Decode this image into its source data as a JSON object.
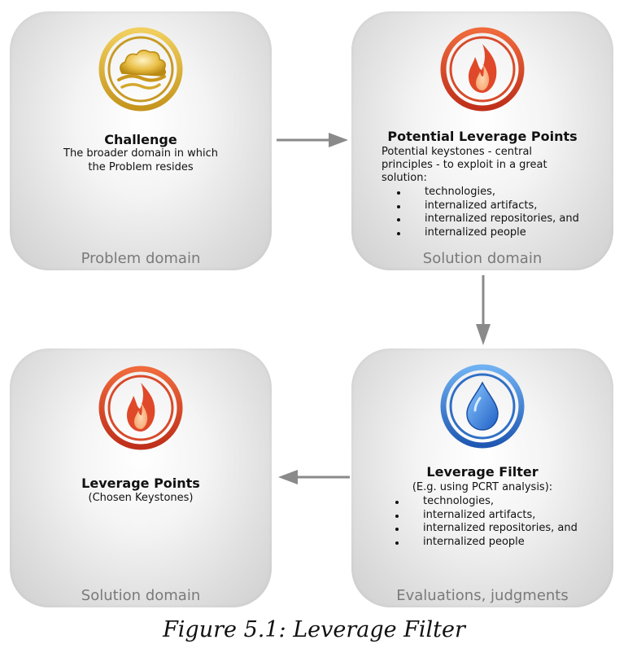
{
  "colors": {
    "card": "#dedede",
    "footer_text": "#7a7a7a",
    "arrow": "#8a8a8a",
    "gold_emblem": "#d9a92c",
    "fire_emblem": "#d9472a",
    "water_emblem": "#2f6fc6"
  },
  "cards": {
    "challenge": {
      "icon": "cloud-emblem-icon",
      "title": "Challenge",
      "description": "The broader domain in which the Problem resides",
      "footer": "Problem domain"
    },
    "potential_leverage_points": {
      "icon": "flame-emblem-icon",
      "title": "Potential Leverage Points",
      "description": "Potential keystones - central principles - to exploit in a great solution:",
      "bullets": [
        "technologies,",
        "internalized artifacts,",
        "internalized repositories, and",
        "internalized people"
      ],
      "footer": "Solution domain"
    },
    "leverage_filter": {
      "icon": "water-drop-emblem-icon",
      "title": "Leverage Filter",
      "description": "(E.g. using PCRT analysis):",
      "bullets": [
        "technologies,",
        "internalized artifacts,",
        "internalized repositories, and",
        "internalized people"
      ],
      "footer": "Evaluations, judgments"
    },
    "leverage_points": {
      "icon": "flame-emblem-icon",
      "title": "Leverage Points",
      "description": "(Chosen Keystones)",
      "footer": "Solution domain"
    }
  },
  "caption": "Figure 5.1: Leverage Filter"
}
